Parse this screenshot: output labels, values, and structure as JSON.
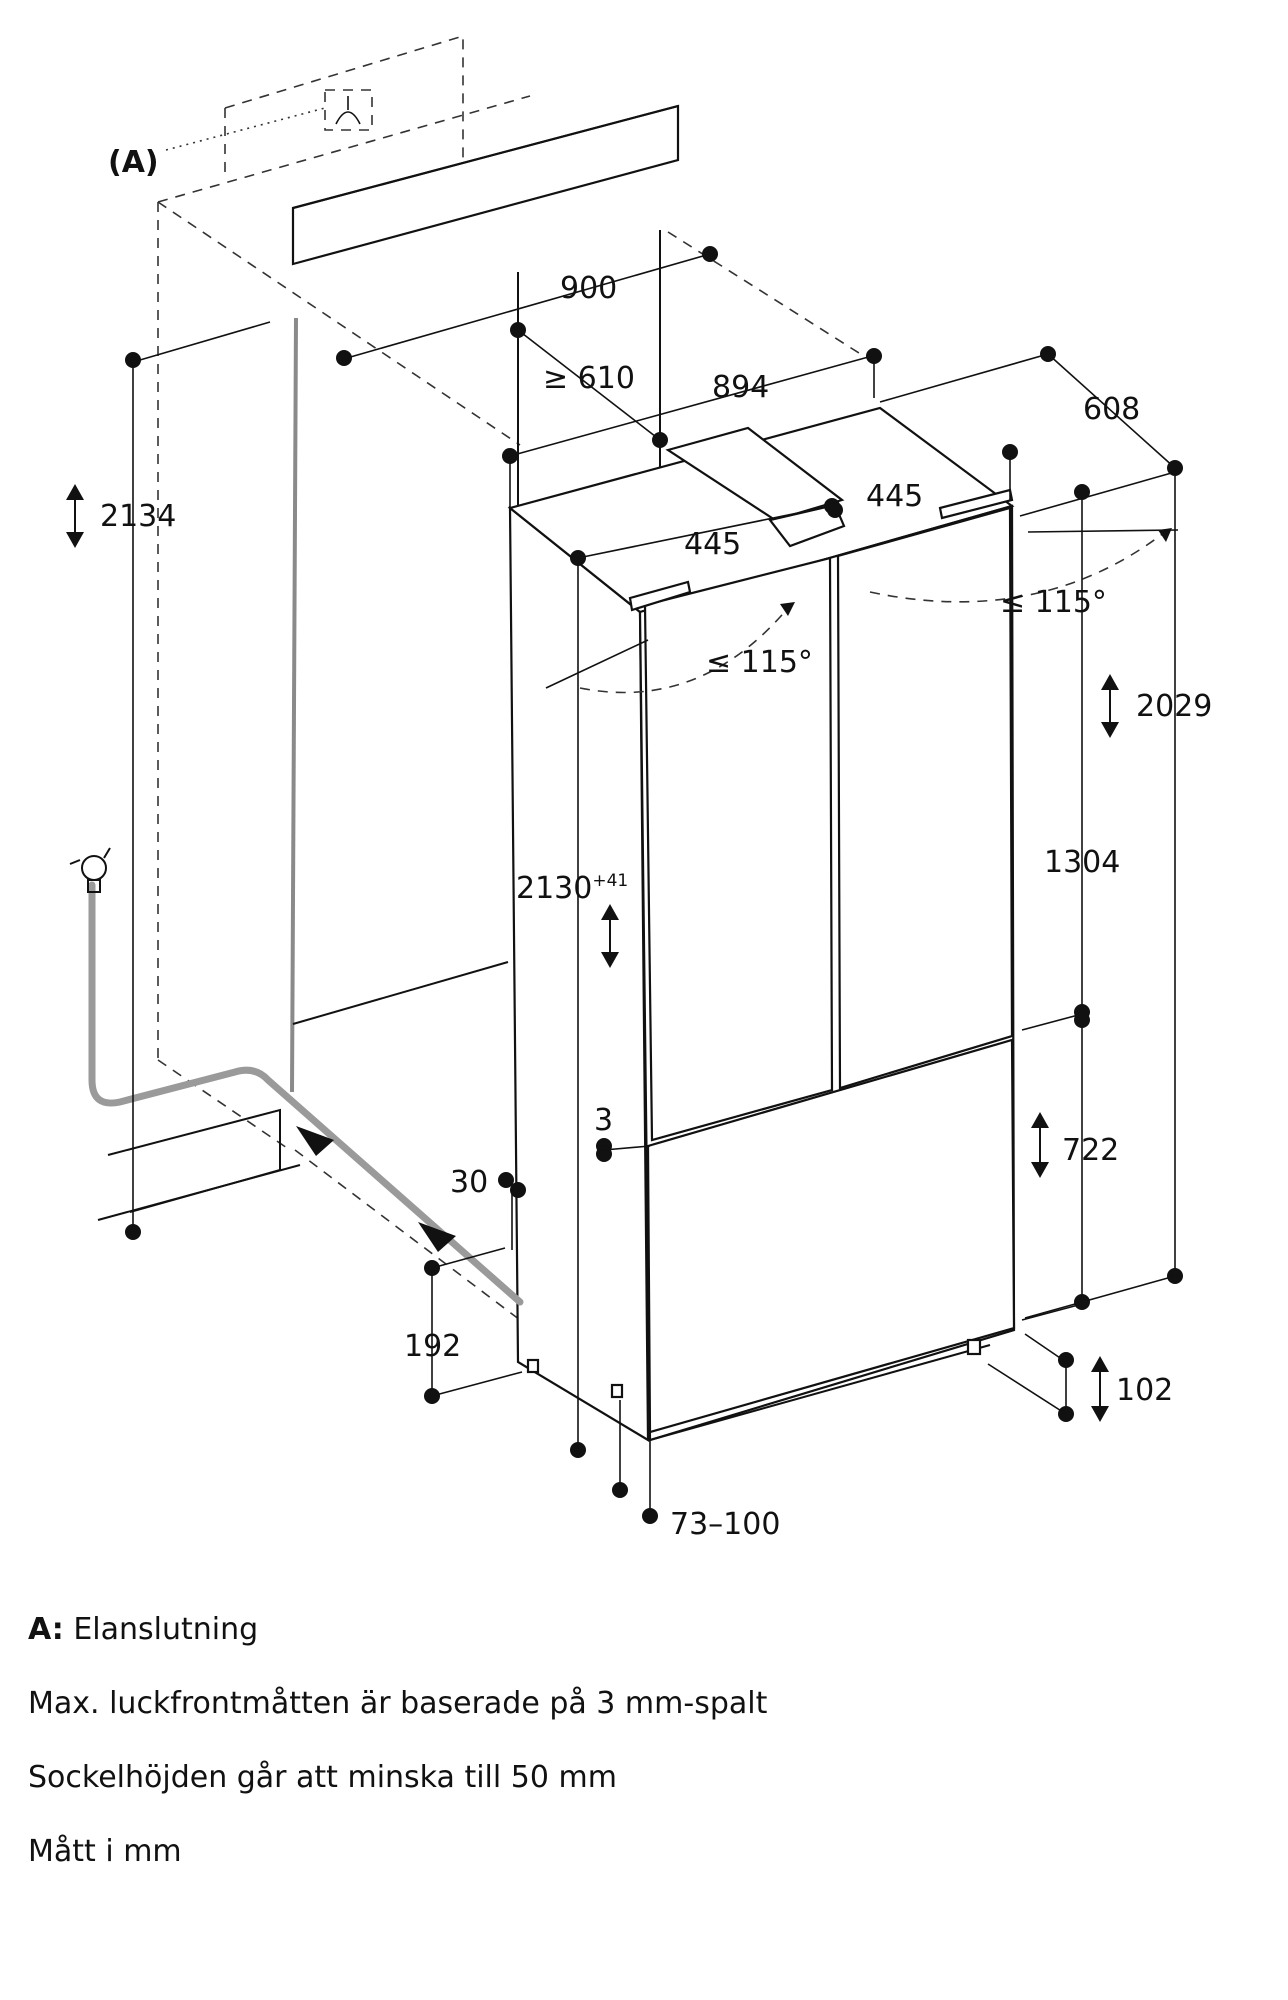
{
  "diagram": {
    "connection_marker": "(A)",
    "socket_icon": "power-socket-icon",
    "water_tap_icon": "water-tap-icon",
    "dimensions": {
      "niche_width": "900",
      "niche_depth": "≥ 610",
      "appliance_width": "894",
      "appliance_depth": "608",
      "door_width_left": "445",
      "door_width_right": "445",
      "door_angle_left": "≤ 115°",
      "door_angle_right": "≤ 115°",
      "niche_height": "2134",
      "appliance_height": "2029",
      "niche_height_adjust": "2130",
      "niche_height_adjust_sup": "+41",
      "upper_door_height": "1304",
      "lower_door_height": "722",
      "door_gap": "3",
      "side_offset": "30",
      "pipe_length": "192",
      "plinth_height": "102",
      "plinth_depth": "73–100"
    }
  },
  "notes": {
    "a_label": "A:",
    "a_text": "Elanslutning",
    "line2": "Max. luckfrontmåtten är baserade på 3 mm-spalt",
    "line3": "Sockelhöjden går att minska till 50 mm",
    "line4": "Mått i mm"
  }
}
